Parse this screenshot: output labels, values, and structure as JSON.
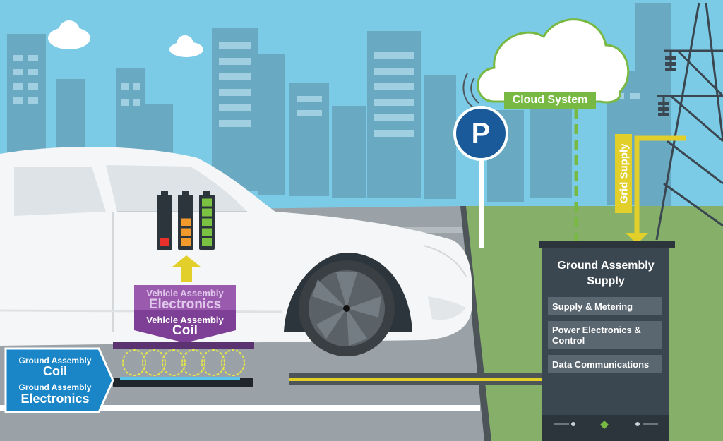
{
  "cloud": {
    "label": "Cloud System"
  },
  "grid": {
    "label": "Grid Supply"
  },
  "parking": {
    "letter": "P"
  },
  "ground_assembly_supply": {
    "title": "Ground Assembly Supply",
    "items": [
      "Supply & Metering",
      "Power Electronics & Control",
      "Data Communications"
    ]
  },
  "vehicle_assembly": {
    "electronics_small": "Vehicle Assembly",
    "electronics_big": "Electronics",
    "coil_small": "Vehicle Assembly",
    "coil_big": "Coil"
  },
  "ground_assembly": {
    "coil_small": "Ground Assembly",
    "coil_big": "Coil",
    "electronics_small": "Ground Assembly",
    "electronics_big": "Electronics"
  },
  "batteries": [
    {
      "charge_bars": 1,
      "of": 5,
      "color": "#e8312c"
    },
    {
      "charge_bars": 3,
      "of": 5,
      "color": "#f39a2c"
    },
    {
      "charge_bars": 5,
      "of": 5,
      "color": "#7cc242"
    }
  ],
  "colors": {
    "sky": "#7ccbe6",
    "buildings": "#6aa9c2",
    "grass": "#86b06a",
    "road": "#9aa2a7",
    "cloud_green": "#78b943",
    "grid_yellow": "#e2cf2a",
    "purple": "#9a5aae",
    "blue": "#1a86c8",
    "cabinet": "#3b4750"
  }
}
